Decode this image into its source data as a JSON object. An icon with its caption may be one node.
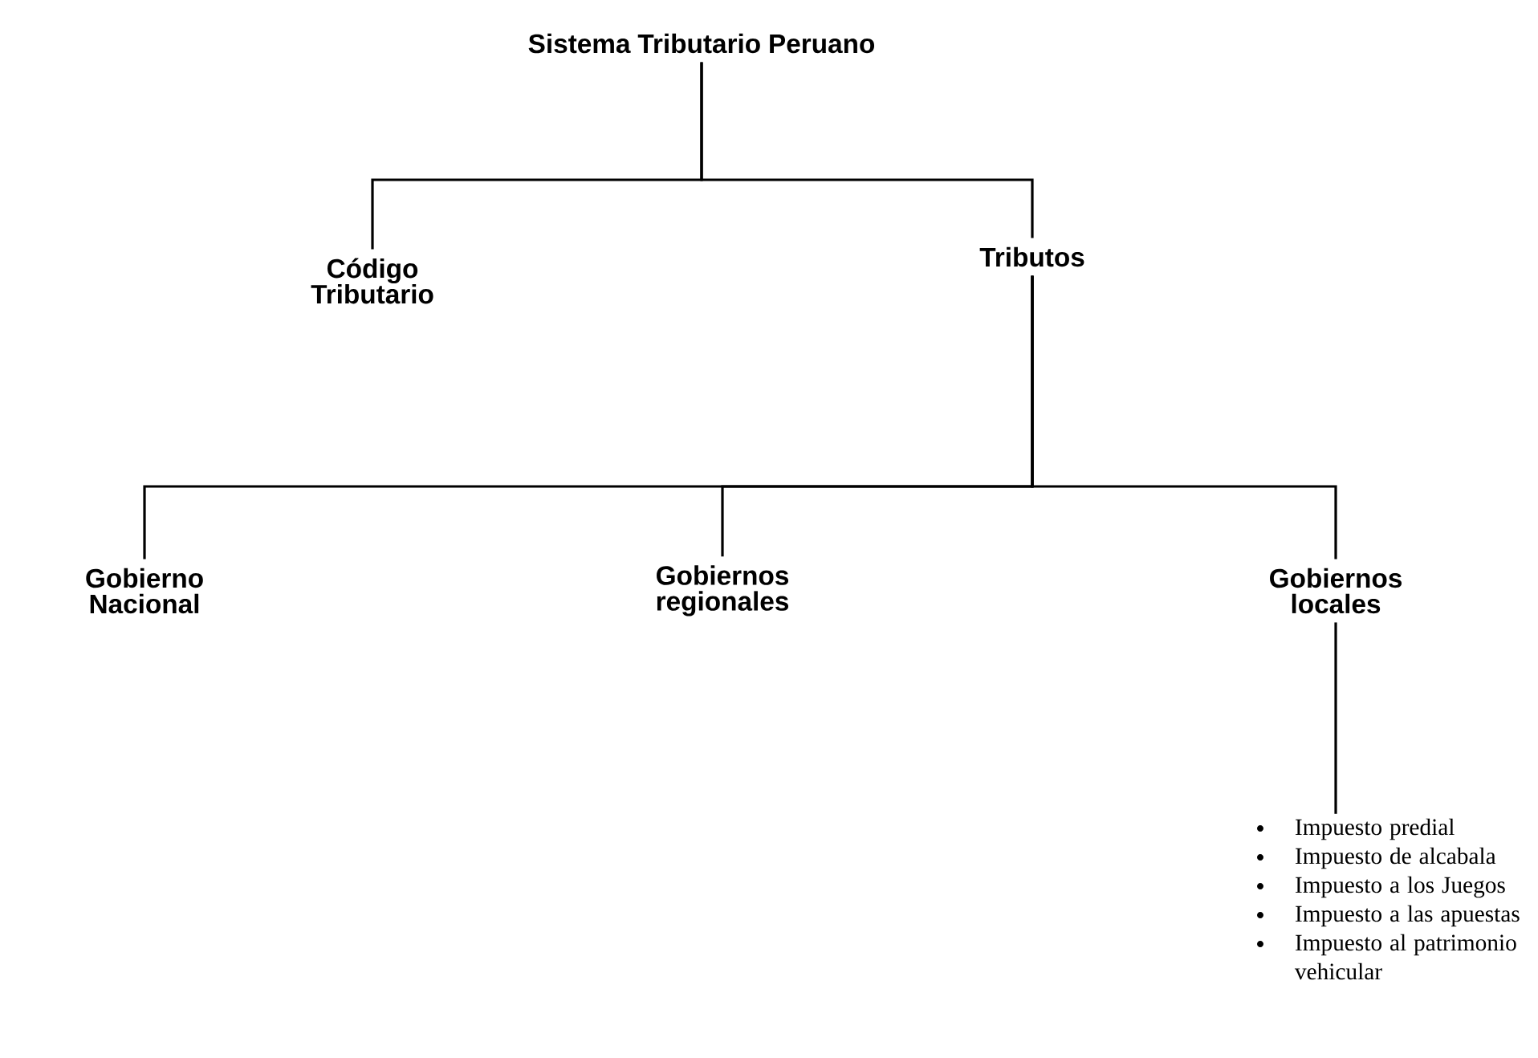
{
  "diagram": {
    "nodes": [
      {
        "text": [
          "Sistema Tributario Peruano"
        ]
      },
      {
        "text": [
          "Código Tributario"
        ]
      },
      {
        "text": [
          "Tributos"
        ]
      },
      {
        "text": [
          "Gobierno Nacional"
        ]
      },
      {
        "text": [
          "Gobiernos regionales"
        ]
      },
      {
        "text": [
          "Gobiernos locales"
        ]
      },
      {
        "text": [
          "Impuesto predial",
          "Impuesto de alcabala",
          "Impuesto a los Juegos",
          "Impuesto a las apuestas",
          "Impuesto al patrimonio vehicular"
        ]
      }
    ],
    "edges": [
      {
        "from": 0,
        "to": 1,
        "arrow": "none"
      },
      {
        "from": 0,
        "to": 2,
        "arrow": "none"
      },
      {
        "from": 2,
        "to": 3,
        "arrow": "none"
      },
      {
        "from": 2,
        "to": 4,
        "arrow": "none"
      },
      {
        "from": 2,
        "to": 5,
        "arrow": "none"
      },
      {
        "from": 5,
        "to": 6,
        "arrow": "none"
      }
    ]
  }
}
